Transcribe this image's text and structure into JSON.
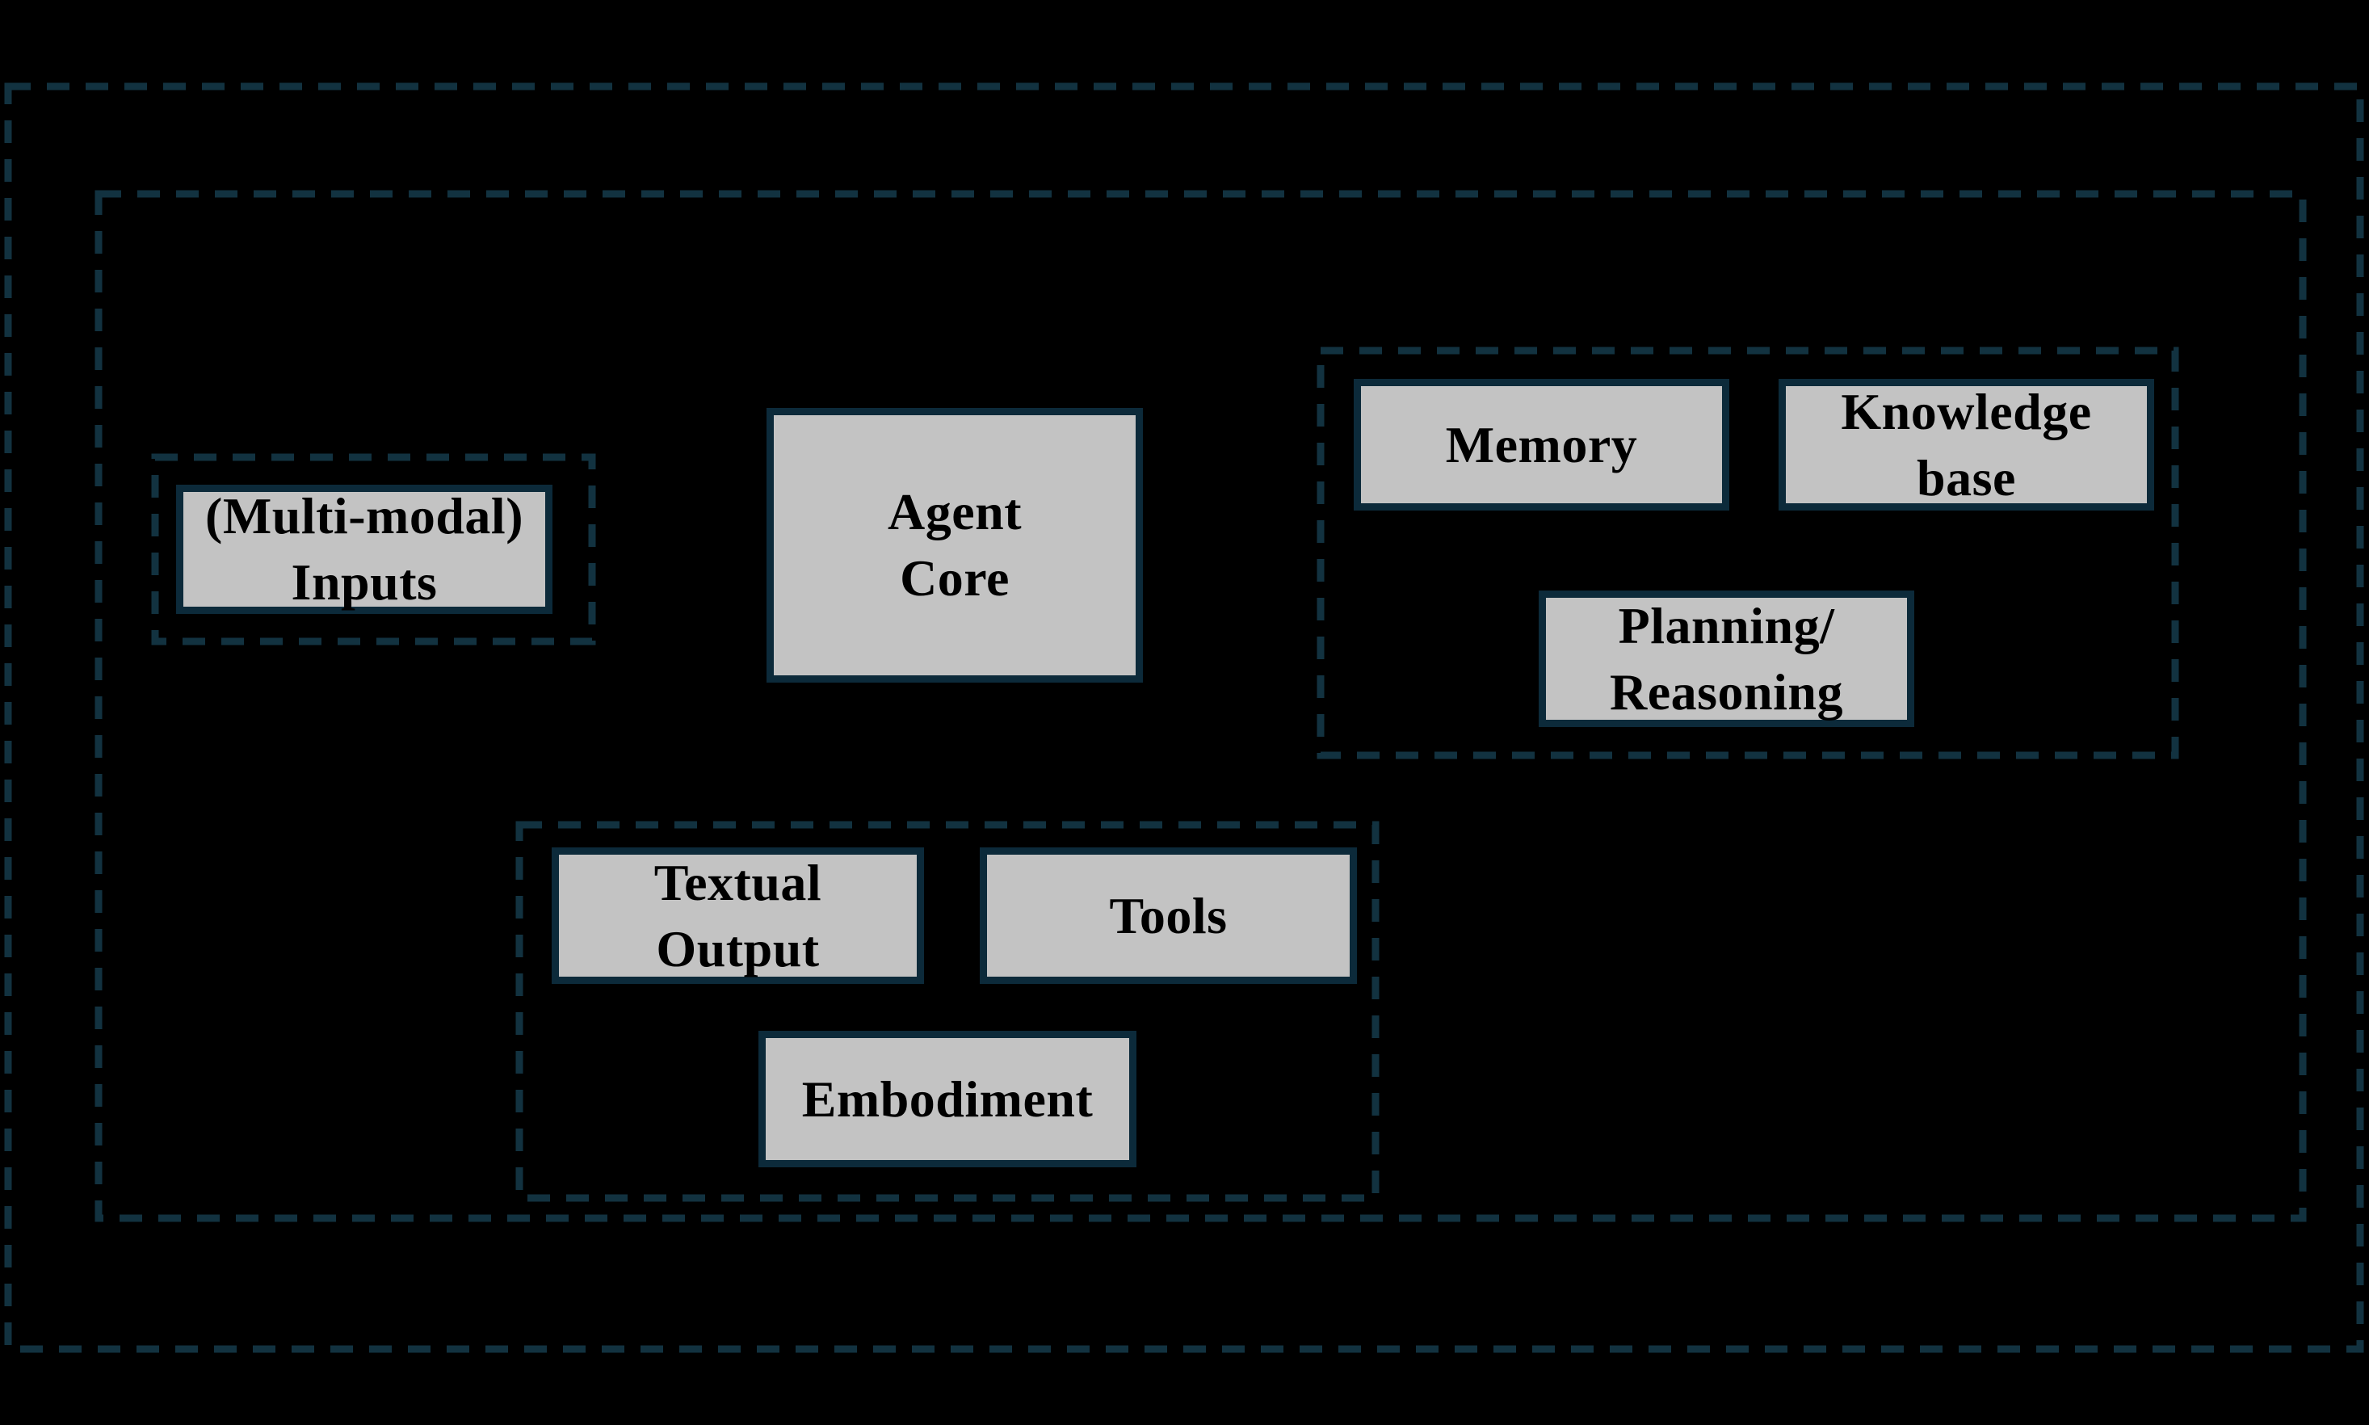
{
  "colors": {
    "background": "#000000",
    "box_fill": "#c3c3c3",
    "box_border": "#0c2a3a",
    "dashed_border": "#123240",
    "text": "#000000"
  },
  "diagram": {
    "frames": {
      "outer": {
        "name": "outer dashed frame"
      },
      "inner": {
        "name": "inner dashed frame"
      },
      "inputs_group": {
        "name": "inputs dashed group"
      },
      "modules_group": {
        "name": "memory knowledge planning dashed group"
      },
      "outputs_group": {
        "name": "outputs dashed group"
      }
    },
    "boxes": {
      "inputs": {
        "label": "(Multi-modal)\nInputs"
      },
      "agent_core": {
        "label": "Agent\nCore"
      },
      "memory": {
        "label": "Memory"
      },
      "knowledge_base": {
        "label": "Knowledge\nbase"
      },
      "planning_reasoning": {
        "label": "Planning/\nReasoning"
      },
      "textual_output": {
        "label": "Textual\nOutput"
      },
      "tools": {
        "label": "Tools"
      },
      "embodiment": {
        "label": "Embodiment"
      }
    }
  }
}
